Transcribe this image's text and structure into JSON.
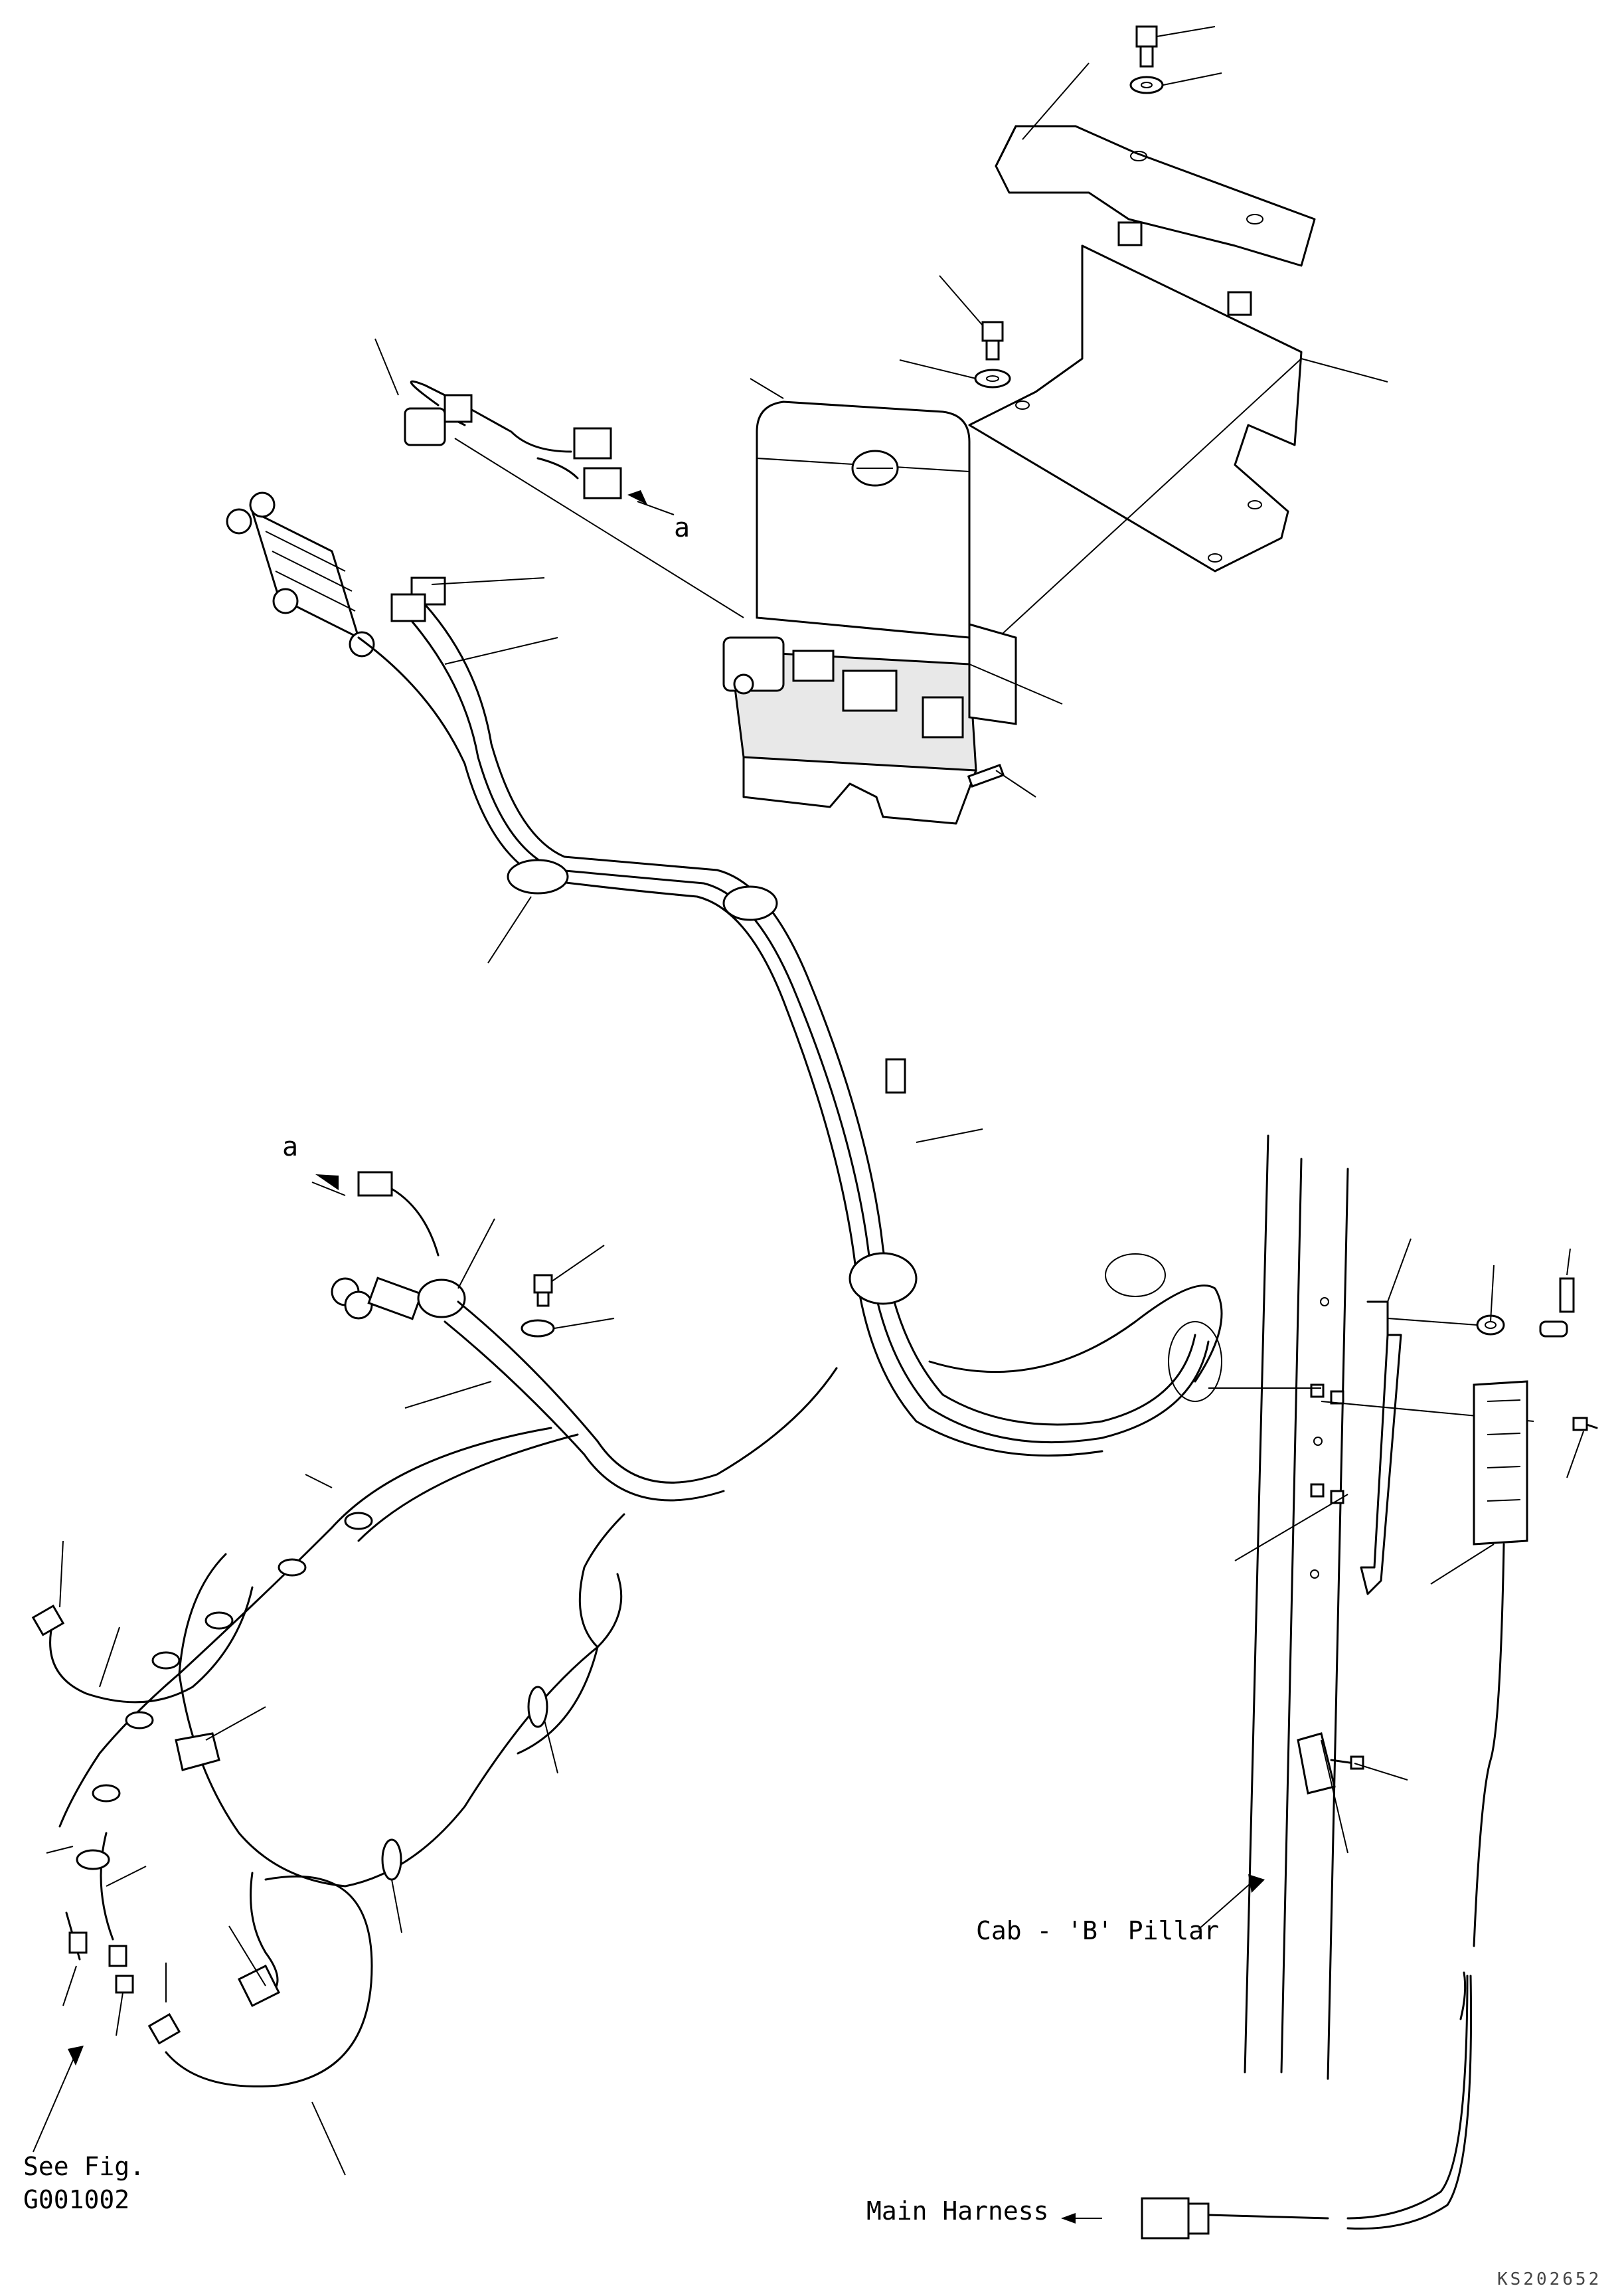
{
  "labels": {
    "callout_a_top": "a",
    "callout_a_left": "a",
    "cab_pillar": "Cab - 'B' Pillar",
    "main_harness": "Main Harness",
    "see_fig_line1": "See Fig.",
    "see_fig_line2": "G001002",
    "drawing_number": "KS202652"
  },
  "colors": {
    "line": "#000000",
    "background": "#ffffff"
  }
}
